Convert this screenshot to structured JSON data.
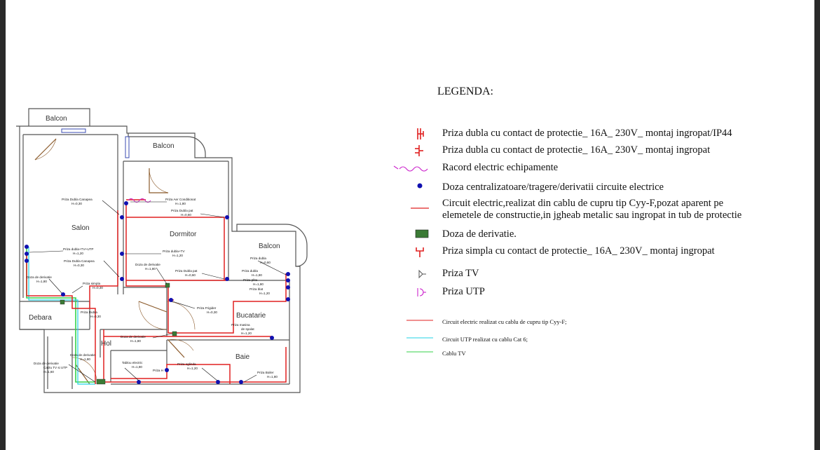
{
  "colors": {
    "power": "#e02020",
    "utp": "#22d3e6",
    "tv": "#35d24a",
    "dot": "#1010b0",
    "box": "#3b7a35",
    "utp_symbol": "#cc22cc"
  },
  "rooms": {
    "balcon_1": "Balcon",
    "balcon_2": "Balcon",
    "balcon_3": "Balcon",
    "salon": "Salon",
    "dormitor": "Dormitor",
    "debara": "Debara",
    "hol": "Hol",
    "bucatarie": "Bucatarie",
    "baie": "Baie"
  },
  "annotations": [
    {
      "id": "canapea1",
      "text": [
        "Priza Dubla Canapea",
        "H=0,30"
      ]
    },
    {
      "id": "aer",
      "text": [
        "Priza Aer Conditionat",
        "H=1,80"
      ]
    },
    {
      "id": "dubla_pat1",
      "text": [
        "Priza Dubla pat",
        "H=0,60"
      ]
    },
    {
      "id": "tv_utp",
      "text": [
        "Priza dubla+TV+UTP",
        "H=1,20"
      ]
    },
    {
      "id": "canapea2",
      "text": [
        "Priza Dubla Canapea",
        "H=0,30"
      ]
    },
    {
      "id": "dubla_tv",
      "text": [
        "Priza dubla+TV",
        "H=1,20"
      ]
    },
    {
      "id": "doza1",
      "text": [
        "Doza de derivatie",
        "H=1,80"
      ]
    },
    {
      "id": "dubla_pat2",
      "text": [
        "Priza Dubla pat",
        "H=0,60"
      ]
    },
    {
      "id": "doza_salon",
      "text": [
        "Doza de derivatie",
        "H=1,80"
      ]
    },
    {
      "id": "simpla",
      "text": [
        "Priza simpla",
        "H=0,30"
      ]
    },
    {
      "id": "priza_dubla_hol",
      "text": [
        "Priza Dubla",
        "H=0,30"
      ]
    },
    {
      "id": "frigider",
      "text": [
        "Priza Frigider",
        "H=0,30"
      ]
    },
    {
      "id": "priza_bucatarie",
      "text": [
        "Priza dubla",
        "H=0,60"
      ]
    },
    {
      "id": "priza_dubla_buc",
      "text": [
        "Priza dubla",
        "H=1,80"
      ]
    },
    {
      "id": "plita",
      "text": [
        "Priza plita",
        "H=1,80"
      ]
    },
    {
      "id": "blat",
      "text": [
        "Priza blat",
        "H=1,20"
      ]
    },
    {
      "id": "masina",
      "text": [
        "Priza masina",
        "de spalat",
        "H=1,20"
      ]
    },
    {
      "id": "doza_hol",
      "text": [
        "Doza de derivatie",
        "H=1,80"
      ]
    },
    {
      "id": "doza_tv",
      "text": [
        "Doza de derivatie",
        "Cablu TV si UTP",
        "H=1,60"
      ]
    },
    {
      "id": "doza_hol2",
      "text": [
        "Doza de derivatie",
        "H=1,80"
      ]
    },
    {
      "id": "tablou",
      "text": [
        "Tablou electric",
        "H=1,80"
      ]
    },
    {
      "id": "priza_h",
      "text": [
        "Priza H"
      ]
    },
    {
      "id": "oglinda",
      "text": [
        "Priza oglinda",
        "H=1,20"
      ]
    },
    {
      "id": "boiler",
      "text": [
        "Priza Boiler",
        "H=1,80"
      ]
    }
  ],
  "legend": {
    "title": "LEGENDA:",
    "items": [
      {
        "symbol": "priza-dubla-ip44-icon",
        "text": "Priza dubla cu contact de protectie_ 16A_ 230V_ montaj ingropat/IP44"
      },
      {
        "symbol": "priza-dubla-icon",
        "text": "Priza dubla cu contact de protectie_ 16A_ 230V_ montaj ingropat"
      },
      {
        "symbol": "racord-wave-icon",
        "text": "Racord electric echipamente"
      },
      {
        "symbol": "doza-dot-icon",
        "text": "Doza centralizatoare/tragere/derivatii circuite electrice"
      },
      {
        "symbol": "circuit-line-icon",
        "text": "Circuit electric,realizat din cablu de cupru tip Cyy-F,pozat aparent pe",
        "text2": "elemetele de constructie,in jgheab metalic sau ingropat in tub de protectie"
      },
      {
        "symbol": "doza-derivatie-icon",
        "text": "Doza de derivatie."
      },
      {
        "symbol": "priza-simpla-icon",
        "text": "Priza simpla cu contact de protectie_ 16A_ 230V_ montaj ingropat"
      },
      {
        "symbol": "priza-tv-icon",
        "text": "Priza TV"
      },
      {
        "symbol": "priza-utp-icon",
        "text": "Priza UTP"
      },
      {
        "symbol": "red-line-icon",
        "text": "Circuit electric realizat cu cablu de cupru tip Cyy-F;"
      },
      {
        "symbol": "cyan-line-icon",
        "text": "Circuit UTP realizat cu cablu Cat 6;"
      },
      {
        "symbol": "green-line-icon",
        "text": "Cablu TV"
      }
    ]
  }
}
